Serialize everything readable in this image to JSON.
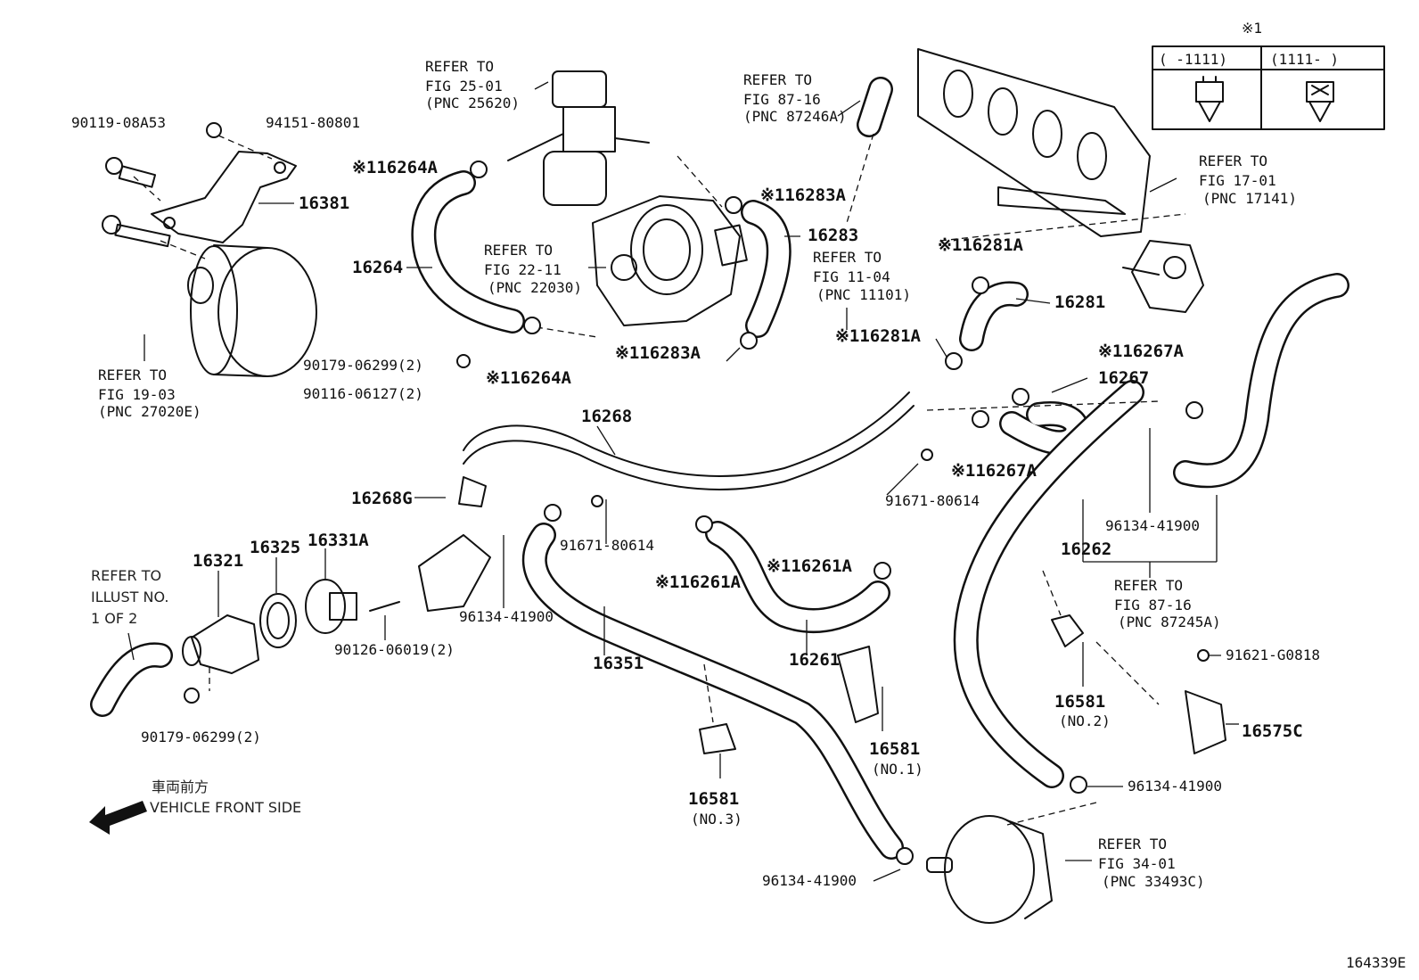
{
  "diagram_id": "164339E",
  "legend": {
    "mark": "※1",
    "col_before": "(     -1111)",
    "col_after": "(1111-     )"
  },
  "direction": {
    "japanese": "車両前方",
    "english": "VEHICLE FRONT SIDE"
  },
  "refs": {
    "fig_25_01": [
      "REFER TO",
      "FIG 25-01",
      "(PNC 25620)"
    ],
    "fig_22_11": [
      "REFER TO",
      "FIG 22-11",
      "(PNC 22030)"
    ],
    "fig_87_16_a": [
      "REFER TO",
      "FIG 87-16",
      "(PNC 87246A)"
    ],
    "fig_11_04": [
      "REFER TO",
      "FIG 11-04",
      "(PNC 11101)"
    ],
    "fig_17_01": [
      "REFER TO",
      "FIG 17-01",
      "(PNC 17141)"
    ],
    "fig_19_03": [
      "REFER TO",
      "FIG 19-03",
      "(PNC 27020E)"
    ],
    "illust": [
      "REFER TO",
      "ILLUST NO.",
      "1 OF 2"
    ],
    "fig_87_16_b": [
      "REFER TO",
      "FIG 87-16",
      "(PNC 87245A)"
    ],
    "fig_34_01": [
      "REFER TO",
      "FIG 34-01",
      "(PNC 33493C)"
    ]
  },
  "parts": {
    "p90119": "90119-08A53",
    "p94151": "94151-80801",
    "p16381": "16381",
    "p16264A_top": "※116264A",
    "p16264": "16264",
    "p16264A_bot": "※116264A",
    "p90179_mid": "90179-06299(2)",
    "p90116": "90116-06127(2)",
    "p16283A_top": "※116283A",
    "p16283": "16283",
    "p16283A_bot": "※116283A",
    "p16281A_top": "※116281A",
    "p16281": "16281",
    "p16281A_bot": "※116281A",
    "p16267A_top": "※116267A",
    "p16267": "16267",
    "p16267A_bot": "※116267A",
    "p16268": "16268",
    "p16268G": "16268G",
    "p91671_right": "91671-80614",
    "p91671_mid": "91671-80614",
    "p16261A_left": "※116261A",
    "p16261A_right": "※116261A",
    "p16261": "16261",
    "p16321": "16321",
    "p16325": "16325",
    "p16331A": "16331A",
    "p90126": "90126-06019(2)",
    "p96134_mid": "96134-41900",
    "p90179_bot": "90179-06299(2)",
    "p16351": "16351",
    "p16581_no1": "16581",
    "p16581_no1_sub": "(NO.1)",
    "p16581_no3": "16581",
    "p16581_no3_sub": "(NO.3)",
    "p16262": "16262",
    "p96134_right": "96134-41900",
    "p16581_no2": "16581",
    "p16581_no2_sub": "(NO.2)",
    "p91621": "91621-G0818",
    "p16575C": "16575C",
    "p96134_lower": "96134-41900",
    "p96134_bottom": "96134-41900"
  }
}
